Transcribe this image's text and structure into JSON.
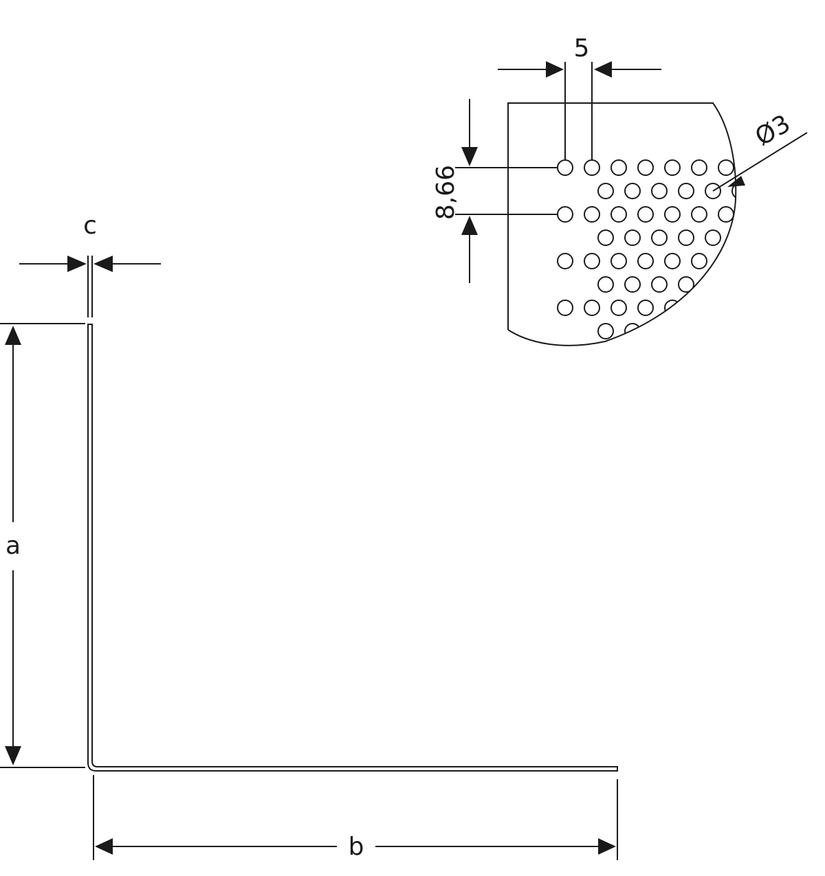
{
  "profile": {
    "dim_a": "a",
    "dim_b": "b",
    "dim_c": "c"
  },
  "perforation": {
    "pitch_label": "5",
    "row_spacing_label": "8,66",
    "hole_diameter_label": "Ø3"
  },
  "colors": {
    "line": "#1a1a1a",
    "background": "#ffffff"
  }
}
